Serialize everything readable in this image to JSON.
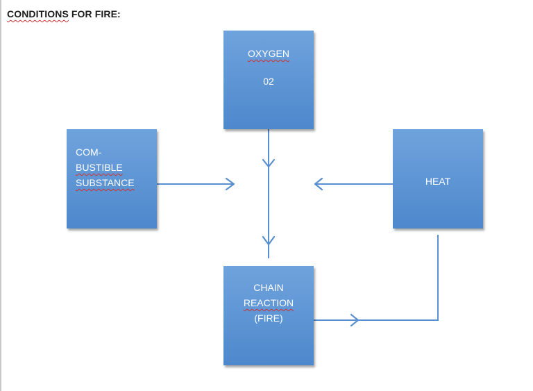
{
  "title": {
    "prefix": "CONDITIONS",
    "rest": " FOR FIRE:"
  },
  "boxes": {
    "oxygen": {
      "line1": "OXYGEN",
      "line2": "02"
    },
    "combustible": {
      "line1": "COM-",
      "line2": "BUSTIBLE",
      "line3": "SUBSTANCE"
    },
    "heat": {
      "line1": "HEAT"
    },
    "chain": {
      "line1": "CHAIN",
      "line2": "REACTION",
      "line3": "(FIRE)"
    }
  },
  "colors": {
    "box_fill": "#5b93d3",
    "connector": "#5a8fcf",
    "spellcheck": "#d0312d"
  }
}
